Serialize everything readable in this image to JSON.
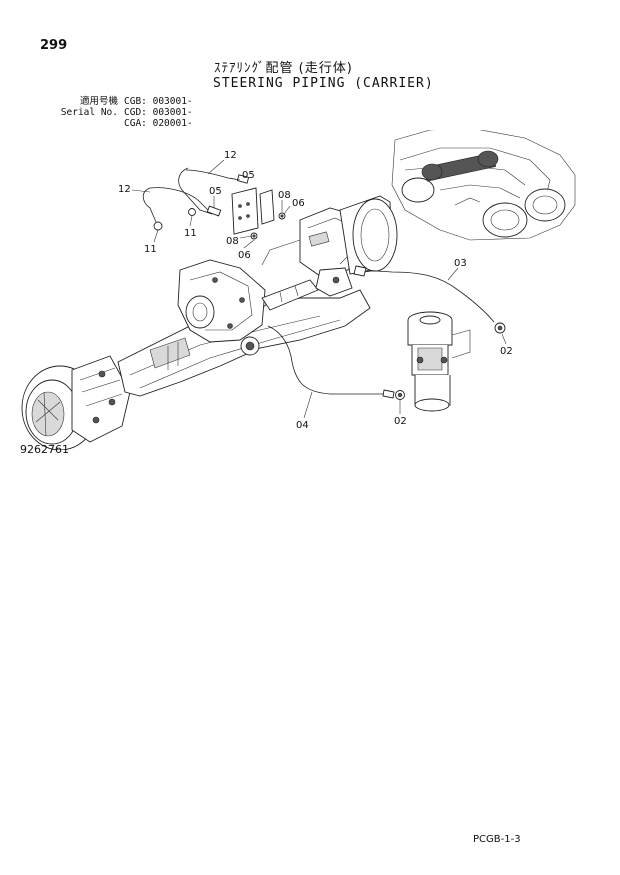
{
  "page_number": "299",
  "title_jp": "ｽﾃｱﾘﾝｸﾞ配管 (走行体)",
  "title_en": "STEERING PIPING (CARRIER)",
  "serial": {
    "label_jp": "適用号機",
    "label_en": "Serial No.",
    "ranges": [
      "CGB: 003001-",
      "CGD: 003001-",
      "CGA: 020001-"
    ]
  },
  "callouts": {
    "c12a": "12",
    "c12b": "12",
    "c05": "05",
    "c05b": "05",
    "c08a": "08",
    "c08b": "08",
    "c06a": "06",
    "c06b": "06",
    "c11a": "11",
    "c11b": "11",
    "c03": "03",
    "c02a": "02",
    "c02b": "02",
    "c04": "04"
  },
  "drawing_number": "9262761",
  "page_code": "PCGB-1-3"
}
